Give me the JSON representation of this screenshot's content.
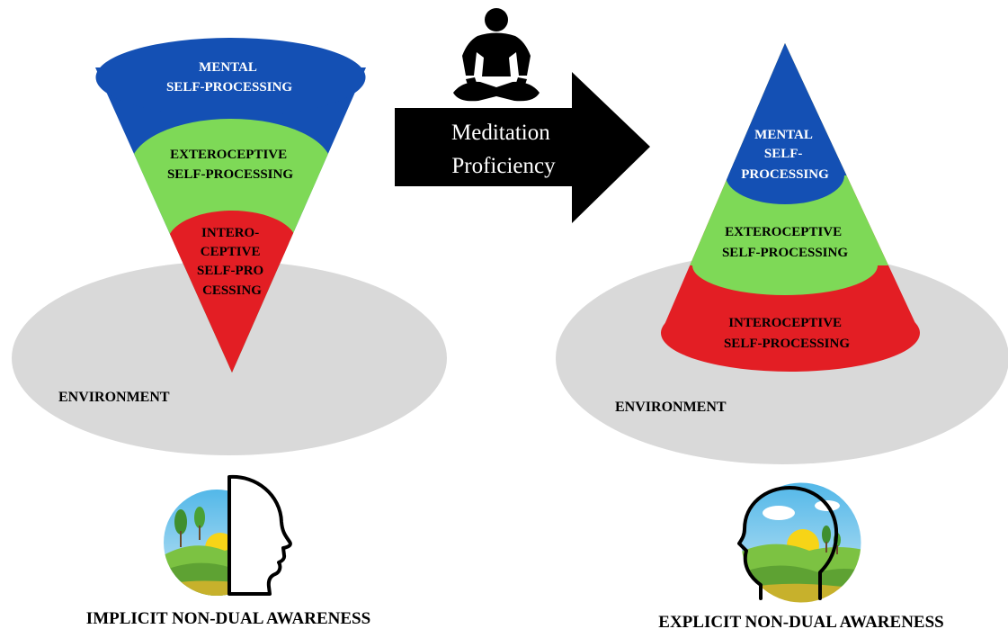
{
  "left_diagram": {
    "layers": {
      "mental": [
        "MENTAL",
        "SELF-PROCESSING"
      ],
      "exteroceptive": [
        "EXTEROCEPTIVE",
        "SELF-PROCESSING"
      ],
      "interoceptive": [
        "INTERO-",
        "CEPTIVE",
        "SELF-PRO",
        "CESSING"
      ]
    },
    "environment_label": "ENVIRONMENT",
    "caption": "IMPLICIT NON-DUAL AWARENESS"
  },
  "right_diagram": {
    "layers": {
      "mental": [
        "MENTAL",
        "SELF-",
        "PROCESSING"
      ],
      "exteroceptive": [
        "EXTEROCEPTIVE",
        "SELF-PROCESSING"
      ],
      "interoceptive": [
        "INTEROCEPTIVE",
        "SELF-PROCESSING"
      ]
    },
    "environment_label": "ENVIRONMENT",
    "caption": "EXPLICIT NON-DUAL AWARENESS"
  },
  "arrow": {
    "lines": [
      "Meditation",
      "Proficiency"
    ]
  },
  "colors": {
    "mental": "#1450b4",
    "exteroceptive": "#7ed957",
    "interoceptive": "#e31e24",
    "environment": "#d9d9d9",
    "arrow": "#000000"
  },
  "icons": [
    "meditation-figure-icon",
    "implicit-awareness-head-icon",
    "explicit-awareness-head-icon"
  ]
}
